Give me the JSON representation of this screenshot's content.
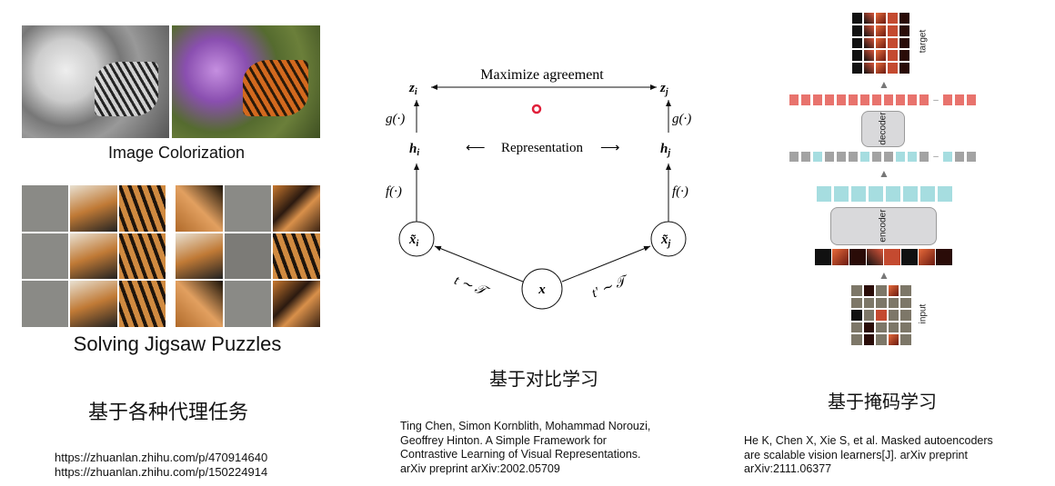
{
  "left": {
    "colorization_caption": "Image Colorization",
    "jigsaw_caption": "Solving Jigsaw Puzzles",
    "section_title": "基于各种代理任务",
    "links": [
      "https://zhuanlan.zhihu.com/p/470914640",
      "https://zhuanlan.zhihu.com/p/150224914"
    ]
  },
  "middle": {
    "diagram": {
      "top_label": "Maximize agreement",
      "middle_label": "Representation",
      "z_i": "z",
      "z_j": "z",
      "sub_i": "i",
      "sub_j": "j",
      "h_i": "h",
      "h_j": "h",
      "g_label": "g(·)",
      "f_label": "f(·)",
      "x_tilde": "x̃",
      "x": "x",
      "t_left": "t ∼ 𝒯",
      "t_right": "t' ∼ 𝒯"
    },
    "section_title": "基于对比学习",
    "reference": [
      "Ting Chen, Simon Kornblith, Mohammad Norouzi,",
      "Geoffrey Hinton. A Simple Framework for",
      "Contrastive Learning of Visual Representations.",
      "arXiv preprint arXiv:2002.05709"
    ]
  },
  "right": {
    "target_label": "target",
    "decoder_label": "decoder",
    "encoder_label": "encoder",
    "input_label": "input",
    "ellipsis": "–",
    "section_title": "基于掩码学习",
    "reference": [
      "He K, Chen X, Xie S, et al. Masked autoencoders",
      "are scalable vision learners[J]. arXiv preprint",
      "arXiv:2111.06377"
    ]
  },
  "colors": {
    "red_token": "#e8736d",
    "cyan_token": "#a6dde0",
    "gray_token": "#a3a3a3",
    "mask_patch": "#7d7768",
    "pointer": "#e0203a"
  }
}
